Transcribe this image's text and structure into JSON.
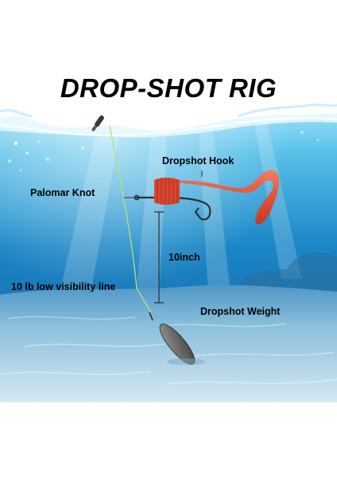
{
  "title": "DROP-SHOT RIG",
  "labels": {
    "hook": "Dropshot Hook",
    "knot": "Palomar Knot",
    "distance": "10inch",
    "line": "10 lb low visibility line",
    "weight": "Dropshot Weight"
  },
  "colors": {
    "water_deep": "#0a5e9e",
    "water_light": "#5fc3ea",
    "sand": "#c2dbe8",
    "worm": "#e0523c",
    "fishing_line": "#b8e07a",
    "sinker": "#6a6a6a"
  }
}
